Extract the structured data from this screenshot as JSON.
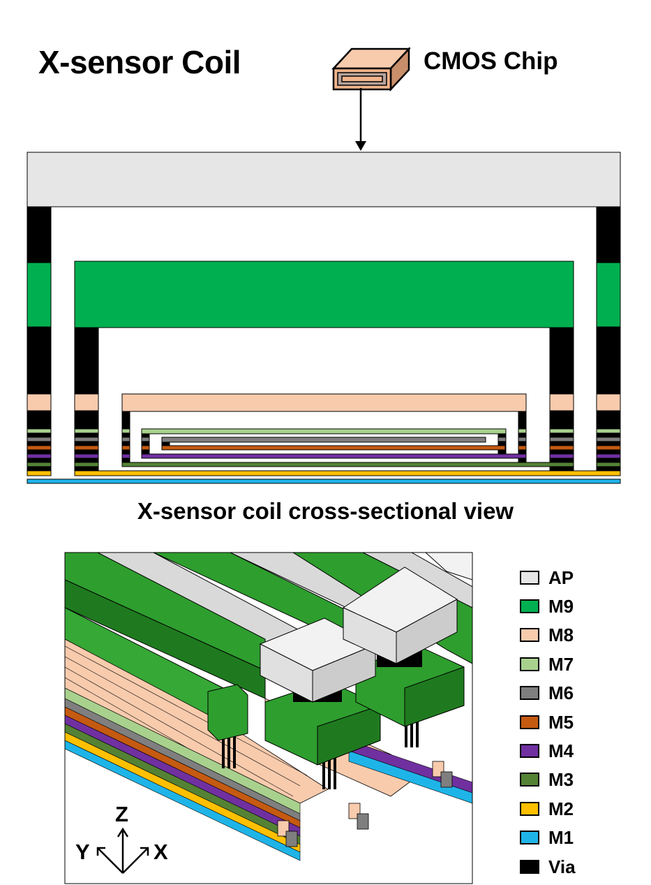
{
  "title": "X-sensor Coil",
  "chip_label": "CMOS Chip",
  "caption": "X-sensor coil cross-sectional view",
  "axes": {
    "z": "Z",
    "y": "Y",
    "x": "X"
  },
  "legend": [
    {
      "label": "AP",
      "color": "#e6e6e6"
    },
    {
      "label": "M9",
      "color": "#00b050"
    },
    {
      "label": "M8",
      "color": "#f8cbad"
    },
    {
      "label": "M7",
      "color": "#a9d18e"
    },
    {
      "label": "M6",
      "color": "#7f7f7f"
    },
    {
      "label": "M5",
      "color": "#c55a11"
    },
    {
      "label": "M4",
      "color": "#7030a0"
    },
    {
      "label": "M3",
      "color": "#548235"
    },
    {
      "label": "M2",
      "color": "#ffc000"
    },
    {
      "label": "M1",
      "color": "#1fb4e8"
    },
    {
      "label": "Via",
      "color": "#000000"
    }
  ]
}
